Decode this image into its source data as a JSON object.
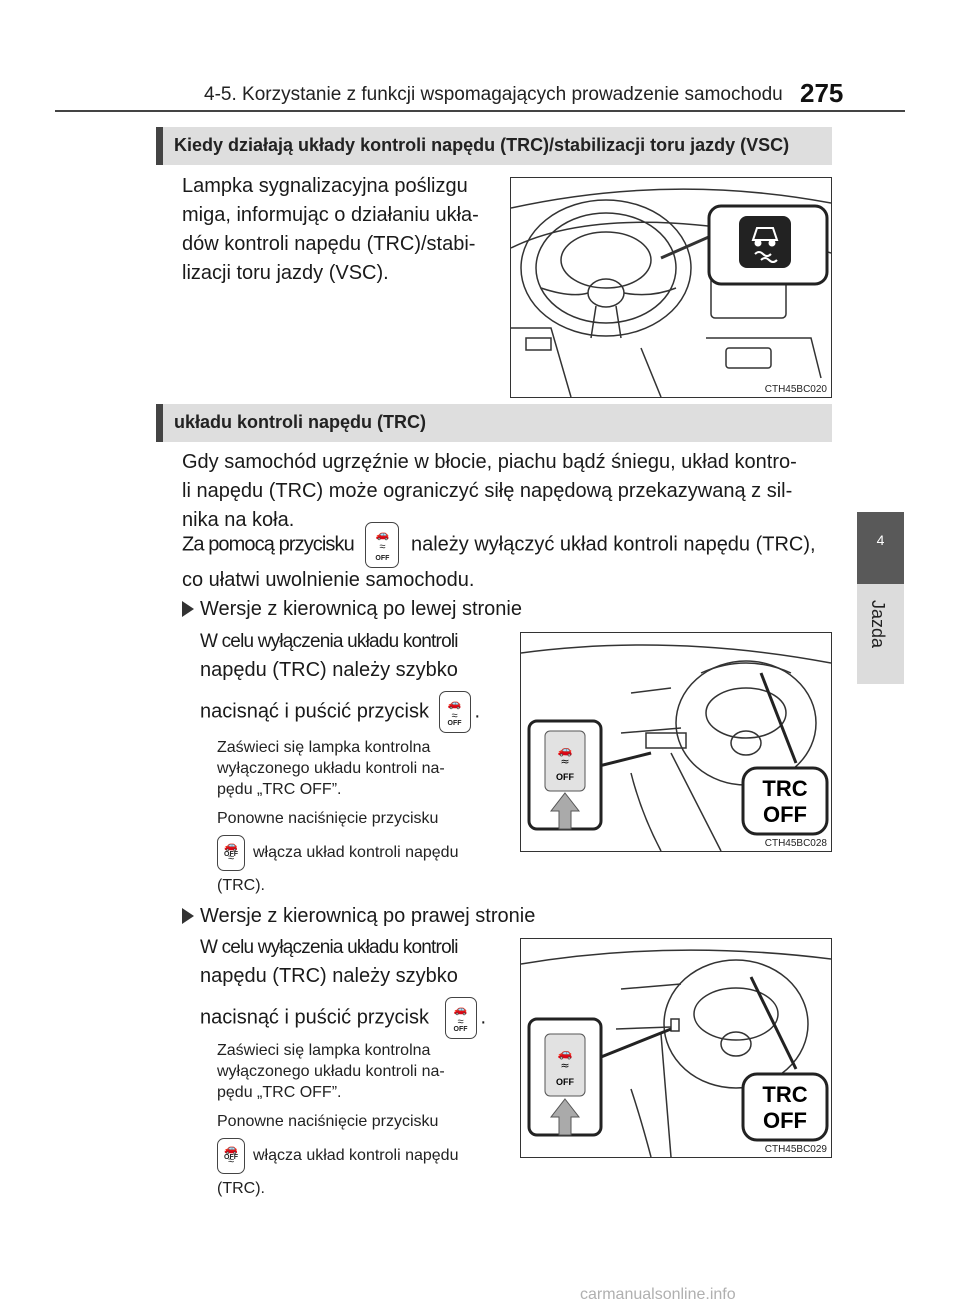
{
  "header": {
    "chapter_title": "4-5. Korzystanie z funkcji wspomagających prowadzenie samochodu",
    "page_number": "275"
  },
  "side_tab": {
    "number": "4",
    "label": "Jazda"
  },
  "section1": {
    "title": "Kiedy działają układy kontroli napędu (TRC)/stabilizacji toru jazdy (VSC)",
    "lines": [
      "Lampka sygnalizacyjna poślizgu",
      "miga, informując o działaniu ukła-",
      "dów kontroli napędu (TRC)/stabi-",
      "lizacji toru jazdy (VSC)."
    ],
    "figure_code": "CTH45BC020"
  },
  "section2": {
    "title": "układu kontroli napędu (TRC)",
    "lines": [
      "Gdy samochód ugrzęźnie w błocie, piachu bądź śniegu, układ kontro-",
      "li napędu (TRC) może ograniczyć siłę napędową przekazywaną z sil-",
      "nika na koła."
    ],
    "instr_before": "Za pomocą przycisku",
    "instr_after": "należy wyłączyć układ kontroli napędu (TRC),",
    "instr_line2": "co ułatwi uwolnienie samochodu."
  },
  "button_icon": {
    "label": "OFF"
  },
  "variant_left": {
    "heading": "Wersje z kierownicą po lewej stronie",
    "line1": "W celu wyłączenia układu kontroli",
    "line2": "napędu (TRC) należy szybko",
    "line3": "nacisnąć i puścić przycisk",
    "line3_end": ".",
    "note_lines": [
      "Zaświeci się lampka kontrolna",
      "wyłączonego układu kontroli na-",
      "pędu „TRC OFF”."
    ],
    "note2_line1": "Ponowne naciśnięcie przycisku",
    "note2_line2": "włącza układ kontroli napędu",
    "note2_line3": "(TRC).",
    "figure_code": "CTH45BC028",
    "indicator_line1": "TRC",
    "indicator_line2": "OFF"
  },
  "variant_right": {
    "heading": "Wersje z kierownicą po prawej stronie",
    "line1": "W celu wyłączenia układu kontroli",
    "line2": "napędu (TRC) należy szybko",
    "line3": "nacisnąć i puścić przycisk",
    "line3_end": ".",
    "note_lines": [
      "Zaświeci się lampka kontrolna",
      "wyłączonego układu kontroli na-",
      "pędu „TRC OFF”."
    ],
    "note2_line1": "Ponowne naciśnięcie przycisku",
    "note2_line2": "włącza układ kontroli napędu",
    "note2_line3": "(TRC).",
    "figure_code": "CTH45BC029",
    "indicator_line1": "TRC",
    "indicator_line2": "OFF"
  },
  "watermark": "carmanualsonline.info"
}
